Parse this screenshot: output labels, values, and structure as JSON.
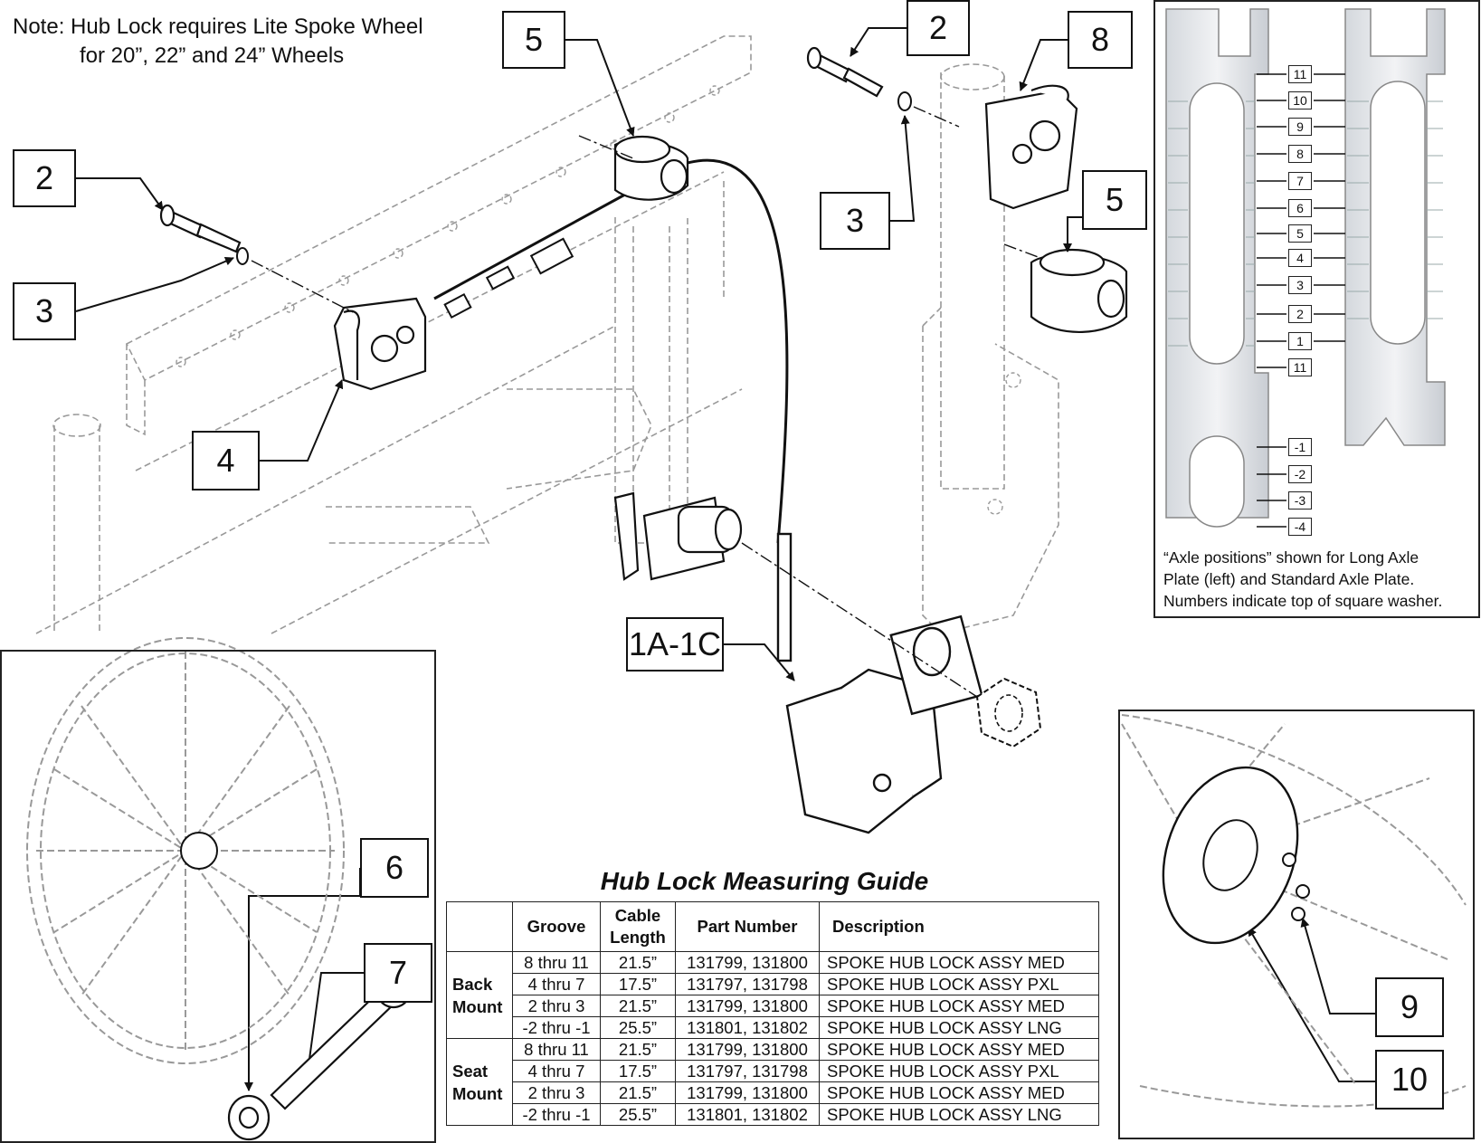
{
  "note": {
    "line1": "Note: Hub Lock requires Lite Spoke Wheel",
    "line2": "for 20”, 22” and 24” Wheels"
  },
  "callouts": {
    "c5_left": "5",
    "c2_left": "2",
    "c3_left": "3",
    "c4": "4",
    "c2_right": "2",
    "c3_right": "3",
    "c8": "8",
    "c5_right": "5",
    "c1a1c": "1A-1C",
    "c6": "6",
    "c7": "7",
    "c9": "9",
    "c10": "10"
  },
  "axle_inset": {
    "positions_main": [
      "11",
      "10",
      "9",
      "8",
      "7",
      "6",
      "5",
      "4",
      "3",
      "2",
      "1",
      "11"
    ],
    "positions_lower": [
      "-1",
      "-2",
      "-3",
      "-4"
    ],
    "caption_line1": "“Axle positions” shown for Long Axle",
    "caption_line2": "Plate (left) and Standard Axle Plate.",
    "caption_line3": "Numbers indicate top of square washer."
  },
  "guide": {
    "title": "Hub Lock Measuring Guide",
    "headers": {
      "group": "",
      "groove": "Groove",
      "cable_line1": "Cable",
      "cable_line2": "Length",
      "part": "Part Number",
      "desc": "Description"
    },
    "groups": [
      {
        "name_line1": "Back",
        "name_line2": "Mount",
        "rows": [
          {
            "groove": "8 thru 11",
            "cable": "21.5”",
            "part": "131799, 131800",
            "desc": "SPOKE HUB LOCK ASSY MED"
          },
          {
            "groove": "4 thru 7",
            "cable": "17.5”",
            "part": "131797, 131798",
            "desc": "SPOKE HUB LOCK ASSY PXL"
          },
          {
            "groove": "2 thru 3",
            "cable": "21.5”",
            "part": "131799, 131800",
            "desc": "SPOKE HUB LOCK ASSY MED"
          },
          {
            "groove": "-2 thru -1",
            "cable": "25.5”",
            "part": "131801, 131802",
            "desc": "SPOKE HUB LOCK ASSY LNG"
          }
        ]
      },
      {
        "name_line1": "Seat",
        "name_line2": "Mount",
        "rows": [
          {
            "groove": "8 thru 11",
            "cable": "21.5”",
            "part": "131799, 131800",
            "desc": "SPOKE HUB LOCK ASSY MED"
          },
          {
            "groove": "4 thru 7",
            "cable": "17.5”",
            "part": "131797, 131798",
            "desc": "SPOKE HUB LOCK ASSY PXL"
          },
          {
            "groove": "2 thru 3",
            "cable": "21.5”",
            "part": "131799, 131800",
            "desc": "SPOKE HUB LOCK ASSY MED"
          },
          {
            "groove": "-2 thru -1",
            "cable": "25.5”",
            "part": "131801, 131802",
            "desc": "SPOKE HUB LOCK ASSY LNG"
          }
        ]
      }
    ]
  }
}
